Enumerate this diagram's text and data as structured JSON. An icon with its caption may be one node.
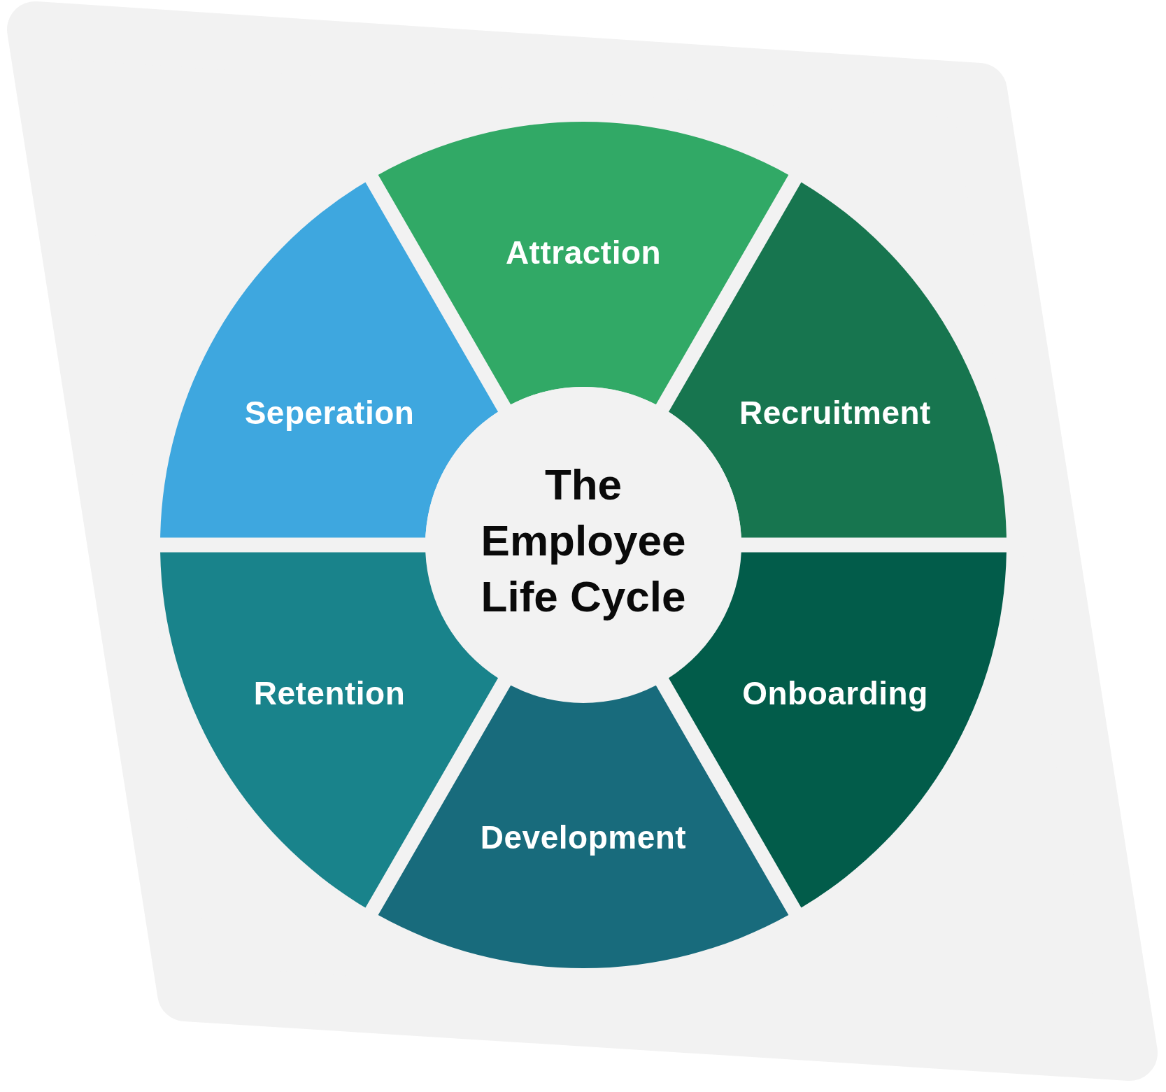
{
  "diagram": {
    "nodes": [
      {
        "text": [
          "Attraction"
        ]
      },
      {
        "text": [
          "Seperation"
        ]
      },
      {
        "text": [
          "Recruitment"
        ]
      },
      {
        "text": [
          "The Employee Life Cycle"
        ]
      },
      {
        "text": [
          "Retention"
        ]
      },
      {
        "text": [
          "Onboarding"
        ]
      },
      {
        "text": [
          "Development"
        ]
      }
    ]
  }
}
